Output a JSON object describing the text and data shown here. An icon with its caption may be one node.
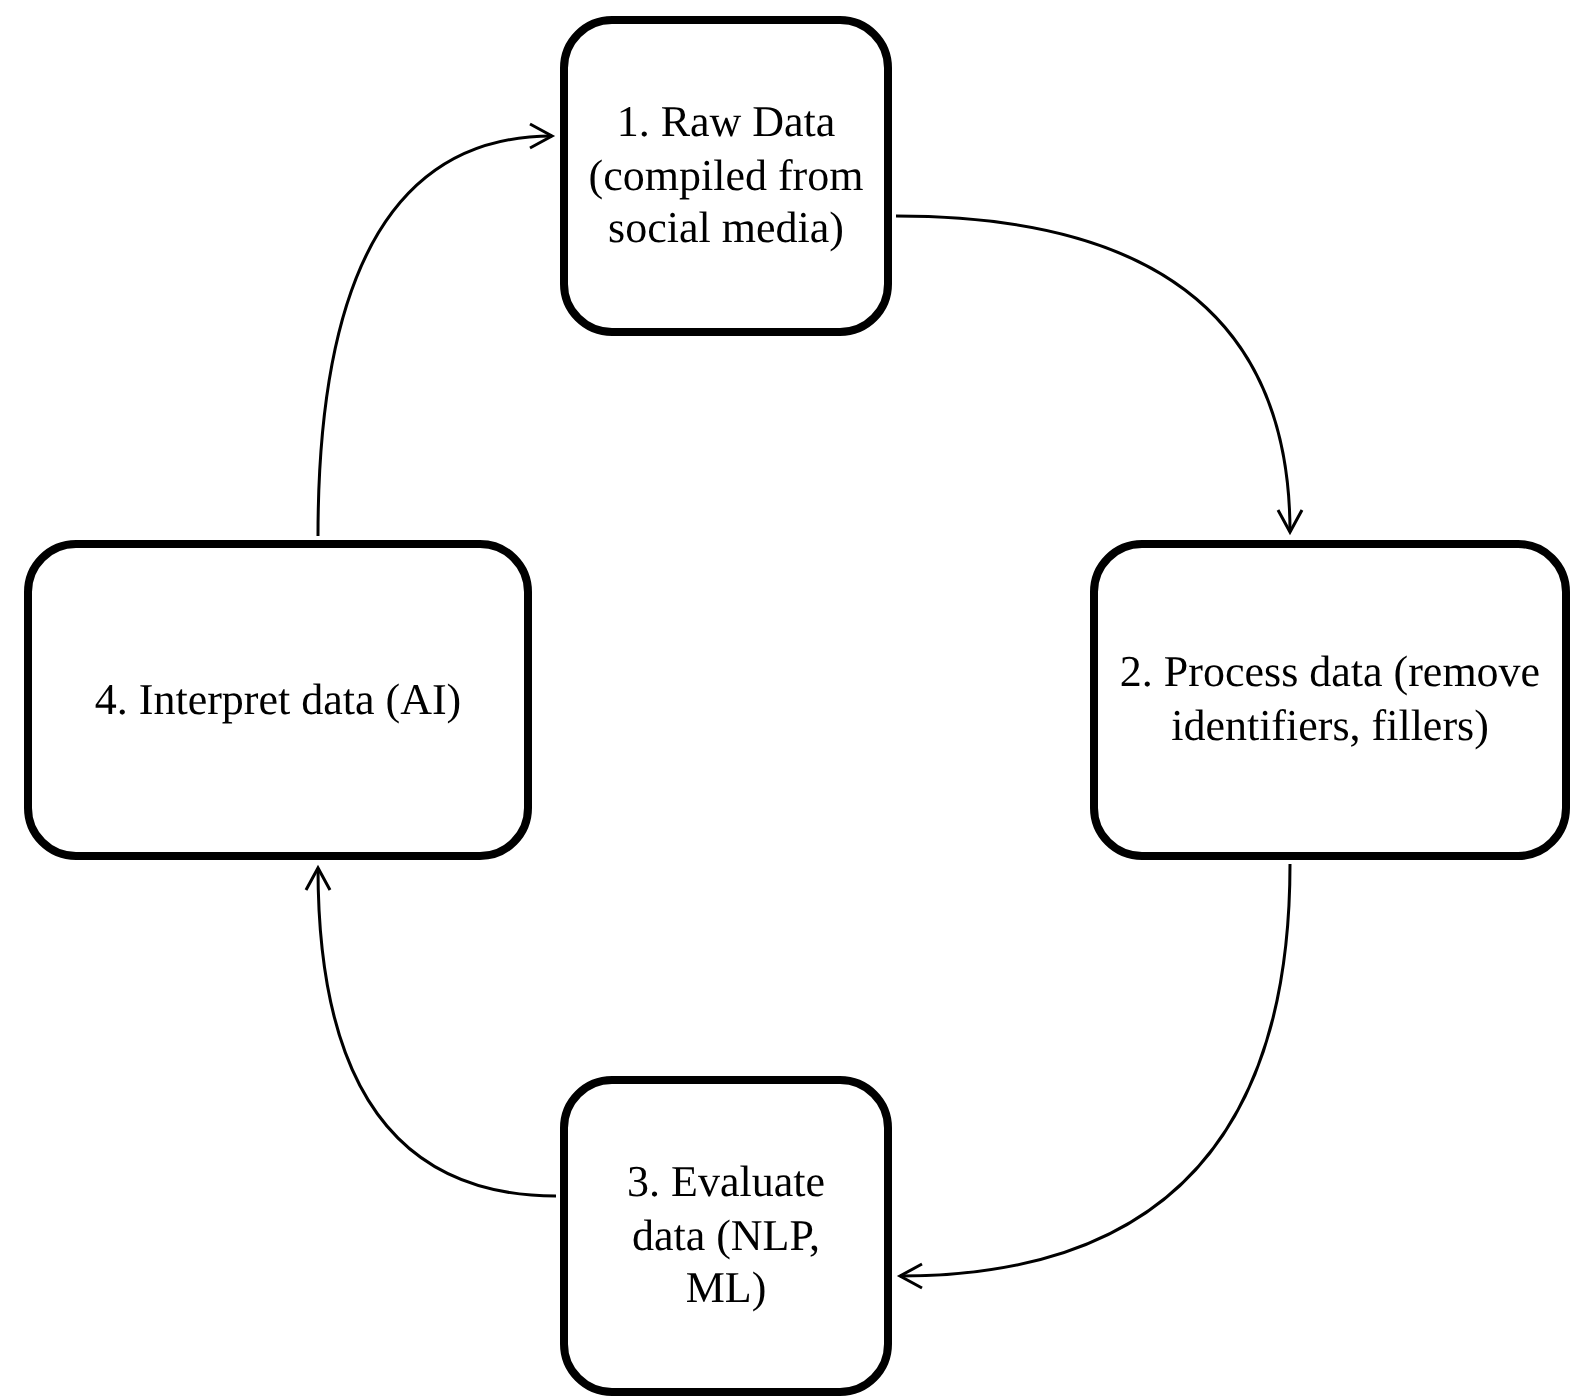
{
  "diagram": {
    "nodes": [
      {
        "text": [
          "1. Raw Data (compiled from social media)"
        ]
      },
      {
        "text": [
          "2. Process data (remove identifiers, fillers)"
        ]
      },
      {
        "text": [
          "3. Evaluate data (NLP, ML)"
        ]
      },
      {
        "text": [
          "4. Interpret data (AI)"
        ]
      }
    ],
    "edges": [
      {
        "from": 0,
        "to": 1,
        "arrow": "to"
      },
      {
        "from": 1,
        "to": 2,
        "arrow": "to"
      },
      {
        "from": 2,
        "to": 3,
        "arrow": "to"
      },
      {
        "from": 3,
        "to": 0,
        "arrow": "to"
      }
    ]
  }
}
